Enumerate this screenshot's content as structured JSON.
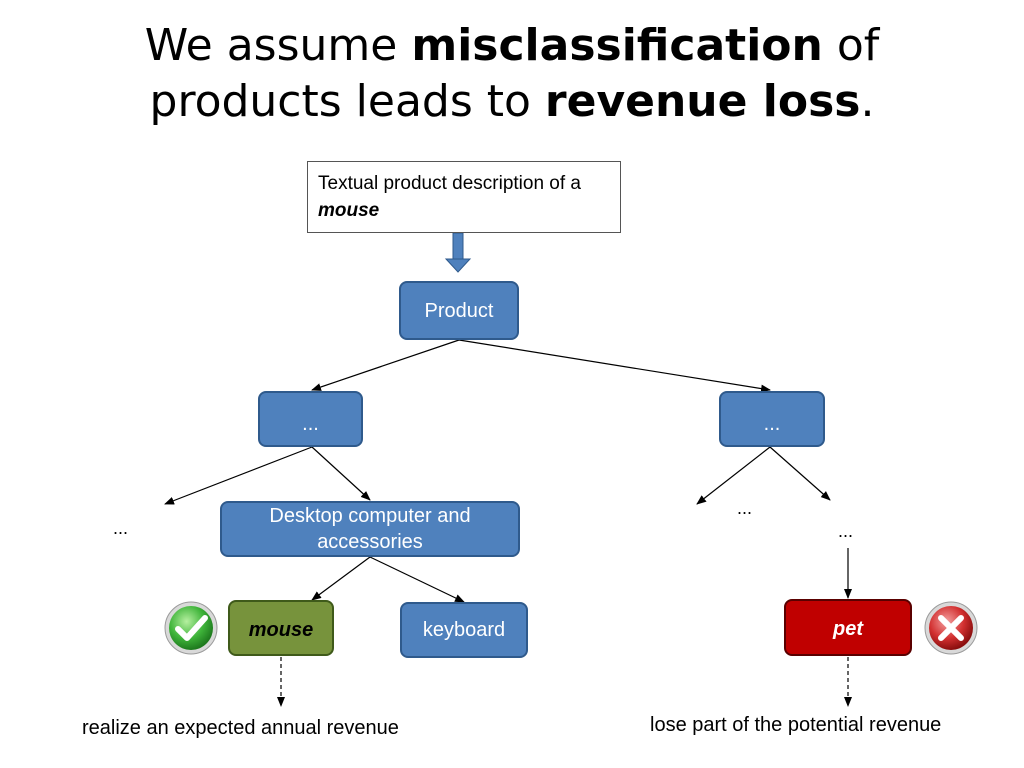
{
  "title": {
    "line1_pre": "We assume ",
    "line1_bold": "misclassification",
    "line1_post": " of",
    "line2_pre": "products leads to ",
    "line2_bold": "revenue loss",
    "line2_post": "."
  },
  "input_box": {
    "text_pre": "Textual product description of a ",
    "text_emph": "mouse"
  },
  "nodes": {
    "root": "Product",
    "left_mid": "...",
    "right_mid": "...",
    "desktop": "Desktop computer and accessories",
    "mouse": "mouse",
    "keyboard": "keyboard",
    "pet": "pet"
  },
  "ellipses": {
    "far_left": "...",
    "right_a": "...",
    "right_b": "..."
  },
  "captions": {
    "left": "realize an expected annual revenue",
    "right": "lose part of the potential revenue"
  },
  "icons": {
    "correct": "check-mark-icon",
    "wrong": "cross-mark-icon"
  },
  "colors": {
    "node_fill": "#4f81bd",
    "correct_fill": "#77933c",
    "wrong_fill": "#c00000"
  }
}
